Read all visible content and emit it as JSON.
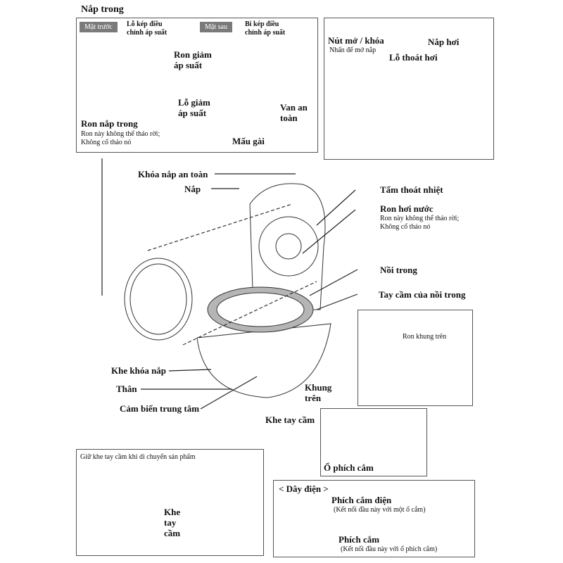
{
  "inner_lid": {
    "title": "Nắp trong",
    "front": {
      "tag": "Mặt trước",
      "labels": {
        "pressure_clip_hole": [
          "Lỗ kép điều",
          "chỉnh áp suất"
        ],
        "pressure_relief_gasket": [
          "Ron giảm",
          "áp suất"
        ],
        "inner_lid_gasket": "Ron nắp trong",
        "inner_lid_gasket_note": [
          "Ron này không thể tháo rời;",
          "Không cố tháo nó"
        ]
      }
    },
    "back": {
      "tag": "Mặt sau",
      "labels": {
        "pressure_clip_ball": [
          "Bi kép điều",
          "chỉnh áp suất"
        ],
        "pressure_relief_hole": [
          "Lỗ giảm",
          "áp suất"
        ],
        "safety_valve": [
          "Van an",
          "toàn"
        ],
        "latches": "Mấu gài"
      }
    }
  },
  "top_panel": {
    "open_lock_button": "Nút mở / khóa",
    "open_lock_note": "Nhấn để mở nắp",
    "steam_cap": "Nắp hơi",
    "steam_vent": "Lỗ thoát hơi"
  },
  "main": {
    "safety_lid_lock": "Khóa nắp an toàn",
    "lid": "Nắp",
    "heat_plate": "Tấm thoát nhiệt",
    "steam_gasket": "Ron hơi nước",
    "steam_gasket_note": [
      "Ron này không thể tháo rời;",
      "Không cố tháo nó"
    ],
    "inner_pot": "Nồi trong",
    "inner_pot_handle": "Tay cầm của nồi trong",
    "lid_lock_slot": "Khe khóa nắp",
    "body": "Thân",
    "center_sensor": "Cảm biến trung tâm",
    "upper_frame": [
      "Khung",
      "trên"
    ],
    "handle_slot": "Khe tay cầm",
    "upper_frame_gasket": "Ron khung trên",
    "plug_socket": "Ổ phích cắm"
  },
  "carry": {
    "caption": "Giữ khe tay cầm khi di chuyển sản phẩm",
    "handle_slot": [
      "Khe",
      "tay",
      "cầm"
    ]
  },
  "power_cord": {
    "title": "< Dây điện >",
    "power_plug": "Phích cắm điện",
    "power_plug_note": "(Kết nối đầu này với một ổ cắm)",
    "appliance_plug": "Phích cắm",
    "appliance_plug_note": "(Kết nối đầu này với ổ phích cắm)"
  }
}
